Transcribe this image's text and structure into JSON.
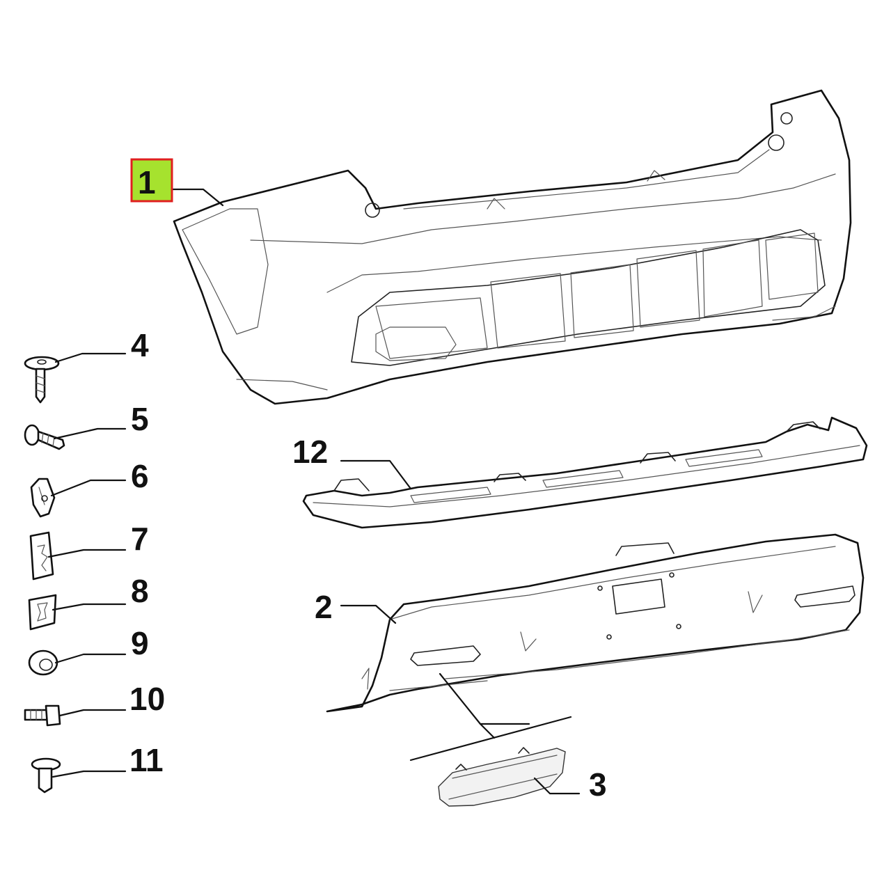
{
  "highlight": {
    "fill": "#a6e22e",
    "border": "#e01f1f"
  },
  "labels": [
    {
      "id": "1",
      "text": "1"
    },
    {
      "id": "2",
      "text": "2"
    },
    {
      "id": "3",
      "text": "3"
    },
    {
      "id": "4",
      "text": "4"
    },
    {
      "id": "5",
      "text": "5"
    },
    {
      "id": "6",
      "text": "6"
    },
    {
      "id": "7",
      "text": "7"
    },
    {
      "id": "8",
      "text": "8"
    },
    {
      "id": "9",
      "text": "9"
    },
    {
      "id": "10",
      "text": "10"
    },
    {
      "id": "11",
      "text": "11"
    },
    {
      "id": "12",
      "text": "12"
    }
  ]
}
